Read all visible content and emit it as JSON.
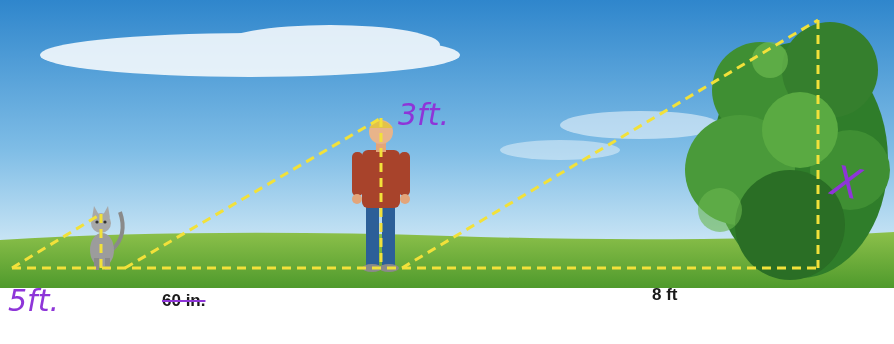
{
  "diagram": {
    "labels": [
      "3ft.",
      "5ft.",
      "60 in.",
      "8 ft",
      "X"
    ]
  }
}
